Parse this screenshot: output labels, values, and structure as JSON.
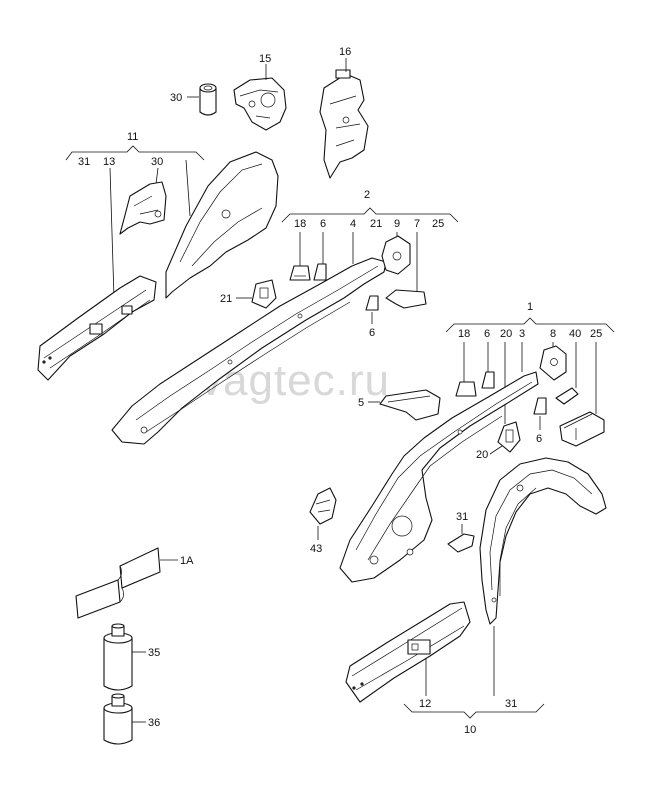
{
  "watermark": "vagtec.ru",
  "labels": {
    "l30a": "30",
    "l15": "15",
    "l16": "16",
    "l11": "11",
    "l31a": "31",
    "l13": "13",
    "l30b": "30",
    "l2": "2",
    "l18a": "18",
    "l6a": "6",
    "l4": "4",
    "l21a": "21",
    "l9": "9",
    "l7": "7",
    "l25a": "25",
    "l21b": "21",
    "l6b": "6",
    "l1": "1",
    "l18b": "18",
    "l6c": "6",
    "l20a": "20",
    "l3": "3",
    "l8": "8",
    "l40": "40",
    "l25b": "25",
    "l5": "5",
    "l6d": "6",
    "l20b": "20",
    "l43": "43",
    "l31b": "31",
    "l1A": "1A",
    "l35": "35",
    "l36": "36",
    "l12": "12",
    "l31c": "31",
    "l10": "10"
  }
}
